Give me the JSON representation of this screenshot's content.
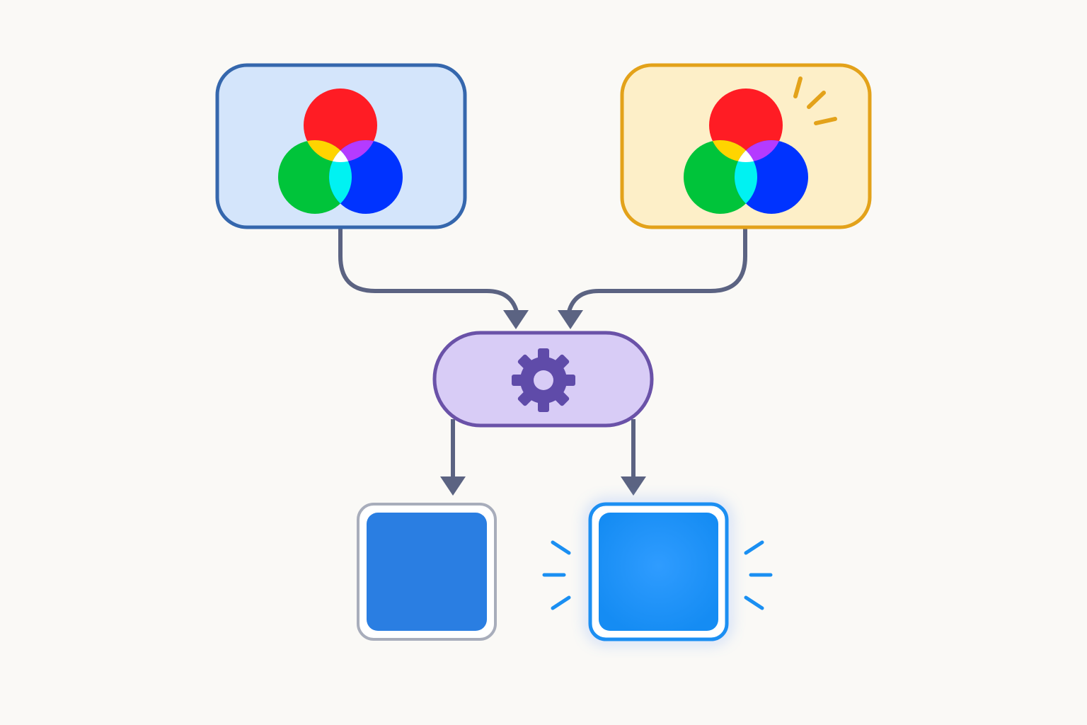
{
  "colors": {
    "background": "#faf9f6",
    "connector": "#5b6382",
    "left_panel_fill": "#d4e5fb",
    "left_panel_stroke": "#3567ad",
    "right_panel_fill": "#fdefc8",
    "right_panel_stroke": "#e3a21a",
    "sparkle_warm": "#e3a21a",
    "processor_fill": "#d8ccf6",
    "processor_stroke": "#6a52a8",
    "gear": "#5f4ba9",
    "red": "#ff1c24",
    "green": "#00c43a",
    "blue": "#0033ff",
    "yellow": "#ffd400",
    "magenta": "#b43bff",
    "cyan": "#00f2f2",
    "white": "#ffffff",
    "output_fill": "#2a7ee2",
    "output_frame": "#a8adbb",
    "output_glow_fill": "#1a90f6",
    "output_glow_frame": "#1a8ff2",
    "sparkle_cool": "#1a8ff2"
  },
  "nodes": {
    "left_input": {
      "icon": "rgb-color-wheel-icon",
      "state": "normal"
    },
    "right_input": {
      "icon": "rgb-color-wheel-icon",
      "state": "highlighted"
    },
    "processor": {
      "icon": "gear-icon"
    },
    "output_standard": {
      "icon": "blue-square",
      "state": "standard"
    },
    "output_glowing": {
      "icon": "blue-square",
      "state": "glowing"
    }
  },
  "edges": [
    {
      "from": "left_input",
      "to": "processor"
    },
    {
      "from": "right_input",
      "to": "processor"
    },
    {
      "from": "processor",
      "to": "output_standard"
    },
    {
      "from": "processor",
      "to": "output_glowing"
    }
  ]
}
